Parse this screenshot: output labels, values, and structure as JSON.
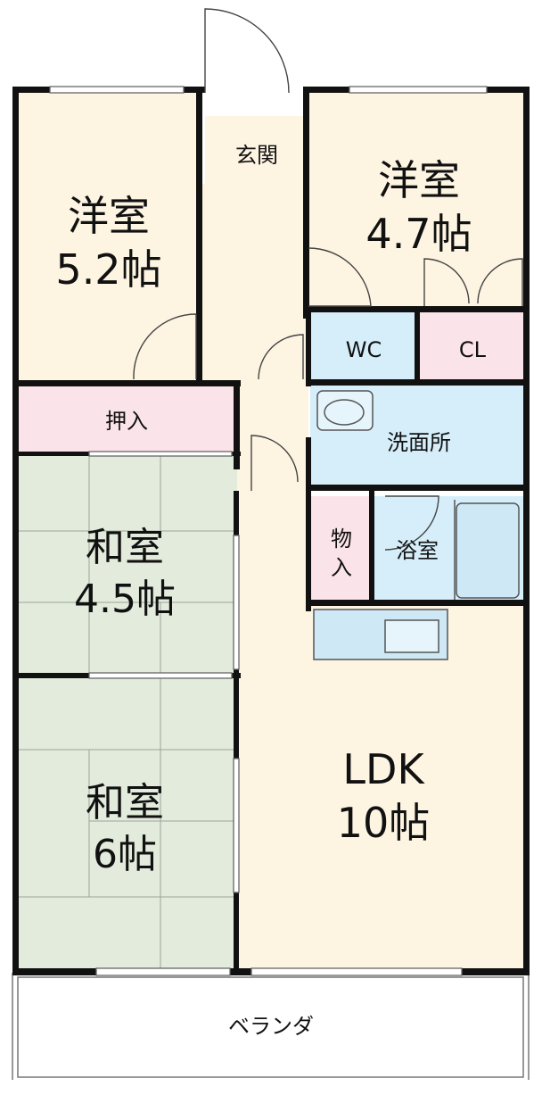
{
  "floorplan": {
    "colors": {
      "yoshitsu": "#fdf4e2",
      "washitsu": "#e2ebdc",
      "storage_pink": "#fbe3ea",
      "wet_blue": "#d5eefa",
      "ldk": "#fdf4e2",
      "balcony": "#ffffff",
      "wall": "#111111"
    },
    "rooms": {
      "yoshitsu_a": {
        "name": "洋室",
        "size": "5.2帖"
      },
      "yoshitsu_b": {
        "name": "洋室",
        "size": "4.7帖"
      },
      "genkan": {
        "name": "玄関"
      },
      "wc": {
        "name": "WC"
      },
      "cl": {
        "name": "CL"
      },
      "senmenjo": {
        "name": "洗面所"
      },
      "oshiire": {
        "name": "押入"
      },
      "monoire_1": "物",
      "monoire_2": "入",
      "yokushitsu": {
        "name": "浴室"
      },
      "washitsu_a": {
        "name": "和室",
        "size": "4.5帖"
      },
      "washitsu_b": {
        "name": "和室",
        "size": "6帖"
      },
      "ldk": {
        "name": "LDK",
        "size": "10帖"
      },
      "balcony": {
        "name": "ベランダ"
      }
    }
  }
}
